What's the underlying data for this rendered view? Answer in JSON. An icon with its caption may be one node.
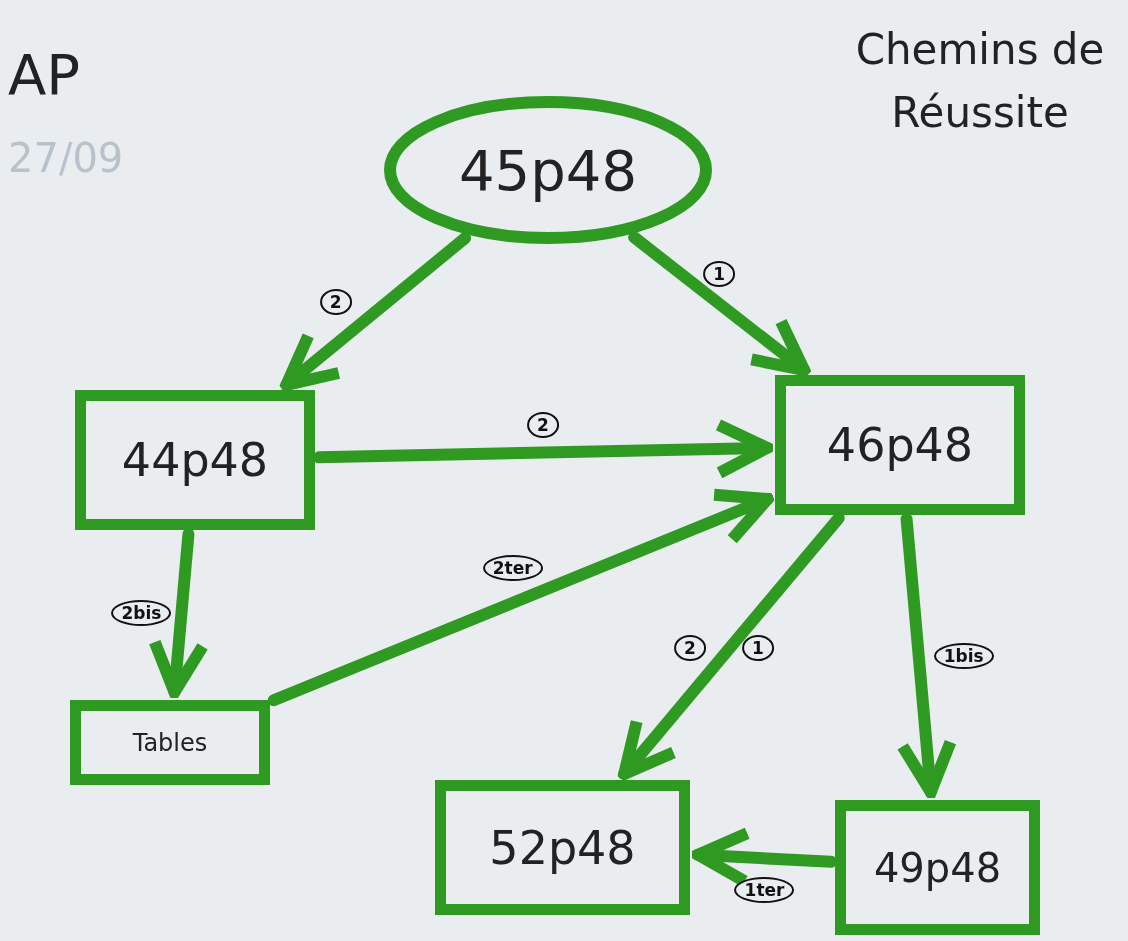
{
  "diagram": {
    "title": "Chemins de Réussite",
    "nodes": [
      {
        "text": [
          "45p48"
        ]
      },
      {
        "text": [
          "44p48"
        ]
      },
      {
        "text": [
          "46p48"
        ]
      },
      {
        "text": [
          "Tables"
        ]
      },
      {
        "text": [
          "52p48"
        ]
      },
      {
        "text": [
          "49p48"
        ]
      }
    ],
    "edges": [
      {
        "from": 0,
        "to": 1,
        "arrow": "to",
        "label": "2"
      },
      {
        "from": 0,
        "to": 2,
        "arrow": "to",
        "label": "1"
      },
      {
        "from": 1,
        "to": 2,
        "arrow": "to",
        "label": "2"
      },
      {
        "from": 1,
        "to": 3,
        "arrow": "to",
        "label": "2bis"
      },
      {
        "from": 3,
        "to": 2,
        "arrow": "to",
        "label": "2ter"
      },
      {
        "from": 2,
        "to": 4,
        "arrow": "to"
      },
      {
        "from": 2,
        "to": 5,
        "arrow": "to",
        "label": "1bis"
      },
      {
        "from": 5,
        "to": 4,
        "arrow": "to",
        "label": "1ter"
      }
    ],
    "labels": [
      "AP",
      "27/09",
      "2",
      "1"
    ]
  }
}
